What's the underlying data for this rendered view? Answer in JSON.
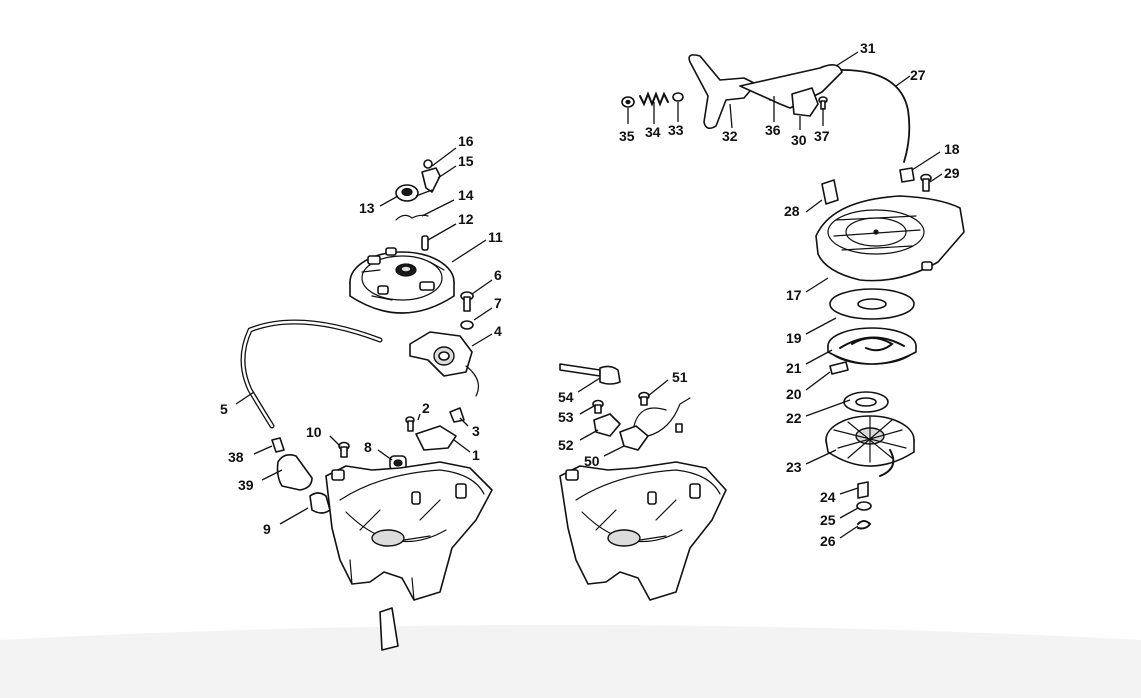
{
  "callouts": [
    "1",
    "2",
    "3",
    "4",
    "5",
    "6",
    "7",
    "8",
    "9",
    "10",
    "11",
    "12",
    "13",
    "14",
    "15",
    "16",
    "17",
    "18",
    "19",
    "20",
    "21",
    "22",
    "23",
    "24",
    "25",
    "26",
    "27",
    "28",
    "29",
    "30",
    "31",
    "32",
    "33",
    "34",
    "35",
    "36",
    "37",
    "38",
    "39",
    "50",
    "51",
    "52",
    "53",
    "54"
  ],
  "colors": {
    "line": "#111111",
    "background": "#ffffff",
    "shading": "#dcdcdc"
  }
}
